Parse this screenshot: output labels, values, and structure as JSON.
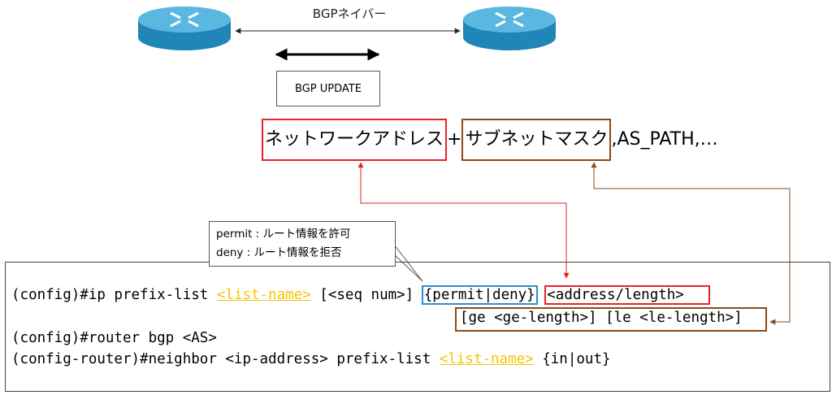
{
  "diagram": {
    "neighbor_label": "BGPネイバー",
    "update_label": "BGP UPDATE",
    "fields": {
      "network_address": "ネットワークアドレス",
      "plus": "+",
      "subnet_mask": "サブネットマスク",
      "rest": ",AS_PATH,…"
    },
    "callout": {
      "permit": "permit : ルート情報を許可",
      "deny": "deny : ルート情報を拒否"
    },
    "commands": {
      "line1_prefix": "(config)#ip prefix-list ",
      "line1_listname": "<list-name>",
      "line1_seq": " [<seq num>] ",
      "line1_permitdeny": "{permit|deny}",
      "line1_space": " ",
      "line1_address": "<address/length>",
      "line2": "[ge <ge-length>] [le <le-length>]",
      "line3": "(config)#router bgp <AS>",
      "line4_prefix": "(config-router)#neighbor <ip-address> prefix-list ",
      "line4_listname": "<list-name>",
      "line4_suffix": " {in|out}"
    },
    "colors": {
      "router_top": "#5ab8e0",
      "router_side": "#1f86b7",
      "red": "#e8222a",
      "brown": "#8b4a17",
      "blue": "#2a8fd0",
      "placeholder": "#f7c400"
    }
  }
}
